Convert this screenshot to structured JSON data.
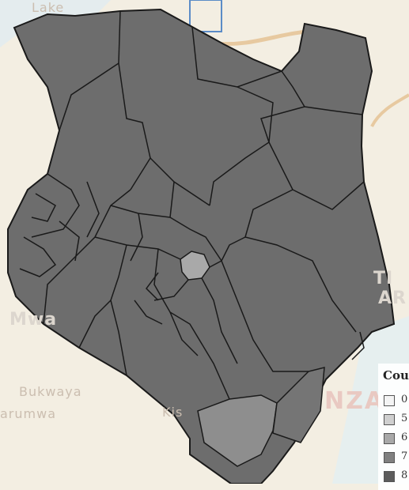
{
  "map": {
    "basemap_labels": [
      {
        "id": "lake",
        "text": "Lake"
      },
      {
        "id": "mwa",
        "text": "Mwa"
      },
      {
        "id": "bukwaya",
        "text": "Bukwaya"
      },
      {
        "id": "arumwa",
        "text": "arumwa"
      },
      {
        "id": "kis",
        "text": "Kis"
      },
      {
        "id": "tanzania",
        "text": "NZA"
      },
      {
        "id": "ti",
        "text": "TI"
      },
      {
        "id": "ar",
        "text": "AR"
      }
    ],
    "colors": {
      "county_fill": "#6d6d6d",
      "highlight_fill": "#a9a9a9",
      "south_fill": "#8e8e8e",
      "border": "#1a1a1a",
      "ocean": "#e6efef",
      "land_bg": "#f3eee2"
    },
    "highlighted_region": "small county north-east of Nairobi area (lighter shade)"
  },
  "legend": {
    "title": "Cou",
    "items": [
      {
        "label": "0",
        "color": "#f4f4f4"
      },
      {
        "label": "5",
        "color": "#cfcfcf"
      },
      {
        "label": "6",
        "color": "#a8a8a8"
      },
      {
        "label": "7",
        "color": "#808080"
      },
      {
        "label": "8",
        "color": "#5c5c5c"
      }
    ]
  }
}
